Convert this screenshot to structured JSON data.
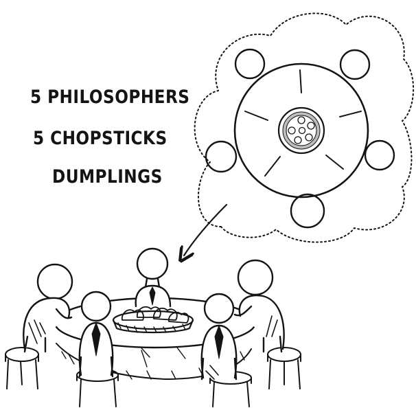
{
  "labels": {
    "line1": "5 PHILOSOPHERS",
    "line2": "5 CHOPSTICKS",
    "line3": "DUMPLINGS"
  },
  "colors": {
    "ink": "#141414",
    "paper": "#ffffff"
  }
}
